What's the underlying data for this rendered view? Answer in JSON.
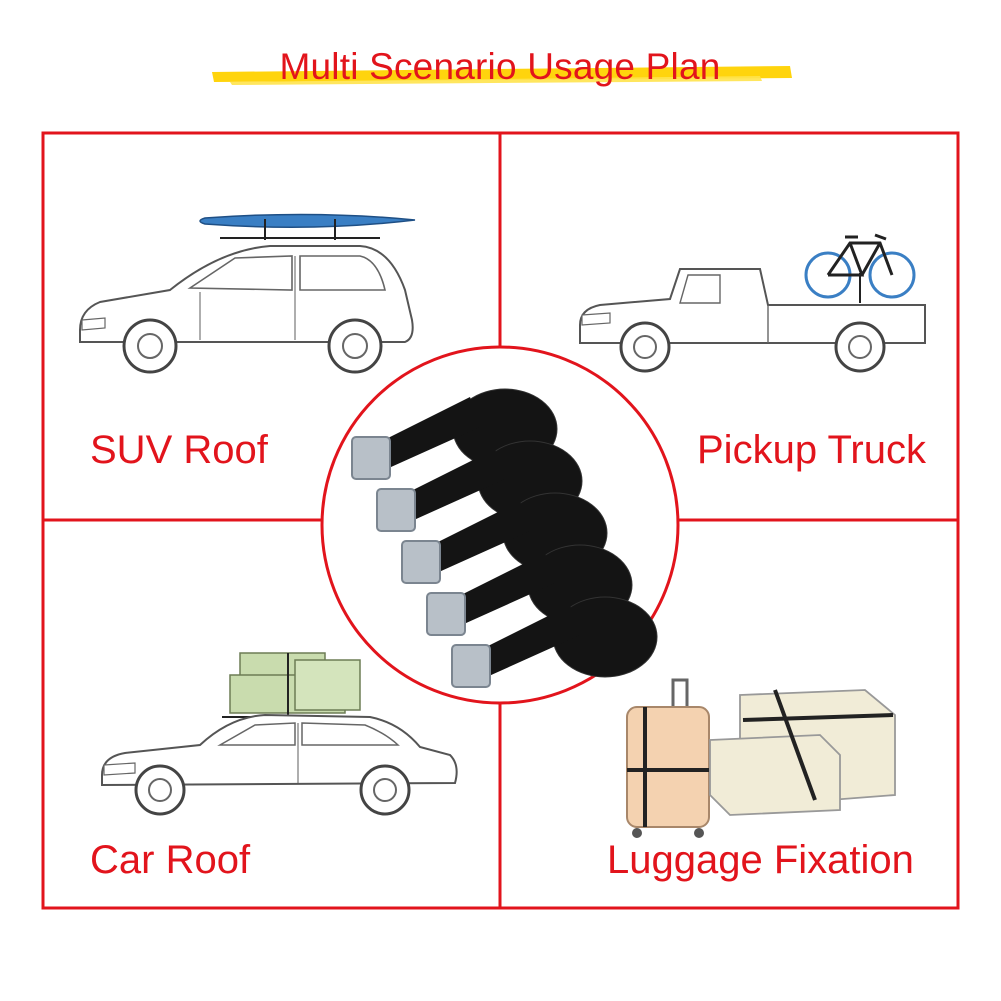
{
  "title": "Multi Scenario Usage Plan",
  "panels": {
    "suv": {
      "label": "SUV Roof"
    },
    "pickup": {
      "label": "Pickup Truck"
    },
    "car": {
      "label": "Car Roof"
    },
    "luggage": {
      "label": "Luggage Fixation"
    }
  },
  "colors": {
    "accent_red": "#e2141c",
    "title_highlight": "#ffd200",
    "strap_black": "#141414",
    "buckle_steel": "#b8c0c8",
    "surfboard_blue": "#3a7fc4",
    "cargo_green": "#c9dcae",
    "luggage_peach": "#f4d2b0",
    "box_cream": "#f1ecd7"
  },
  "icons": [
    "suv-icon",
    "surfboard-icon",
    "pickup-truck-icon",
    "bicycle-icon",
    "sedan-icon",
    "cargo-box-icon",
    "suitcase-icon",
    "storage-bag-icon",
    "cam-buckle-strap-icon"
  ]
}
